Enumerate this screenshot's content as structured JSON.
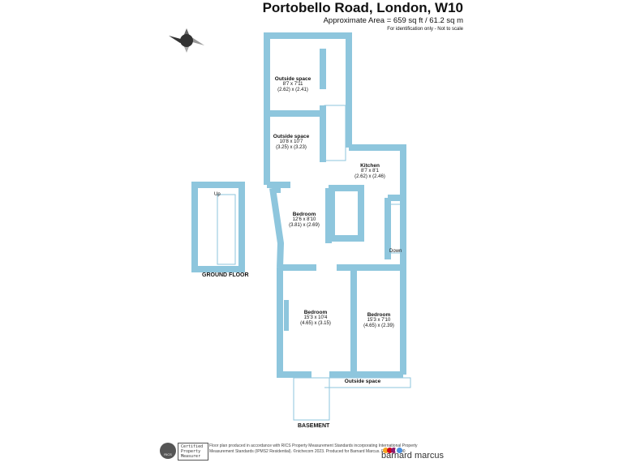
{
  "header": {
    "title": "Portobello Road, London, W10",
    "area": "Approximate Area = 659 sq ft / 61.2 sq m",
    "note": "For identification only - Not to scale"
  },
  "compass": {
    "label": "N"
  },
  "rooms": [
    {
      "name": "Outside space",
      "imperial": "8'7 x 7'11",
      "metric": "(2.62) x (2.41)"
    },
    {
      "name": "Outside space",
      "imperial": "10'8 x 10'7",
      "metric": "(3.25) x (3.23)"
    },
    {
      "name": "Kitchen",
      "imperial": "8'7 x 8'1",
      "metric": "(2.62) x (2.46)"
    },
    {
      "name": "Bedroom",
      "imperial": "12'6 x 8'10",
      "metric": "(3.81) x (2.69)"
    },
    {
      "name": "Bedroom",
      "imperial": "15'3 x 10'4",
      "metric": "(4.65) x (3.15)"
    },
    {
      "name": "Bedroom",
      "imperial": "15'3 x 7'10",
      "metric": "(4.65) x (2.39)"
    },
    {
      "name": "Outside space"
    }
  ],
  "stairs": {
    "up": "Up",
    "down": "Down"
  },
  "floors": {
    "ground": "GROUND FLOOR",
    "basement": "BASEMENT"
  },
  "footer": {
    "rics_badge": "RICS",
    "certified": [
      "Certified",
      "Property",
      "Measurer"
    ],
    "text": "Floor plan produced in accordance with RICS Property Measurement Standards incorporating International Property Measurement Standards (IPMS2 Residential). ©nichecom 2023. Produced for Barnard Marcus. REF: 981690",
    "brand": "barnard marcus",
    "brand_colors": [
      "#f5a623",
      "#d0021b",
      "#8b1a6b",
      "#4a90e2"
    ]
  },
  "colors": {
    "wall": "#8ec6dd"
  }
}
